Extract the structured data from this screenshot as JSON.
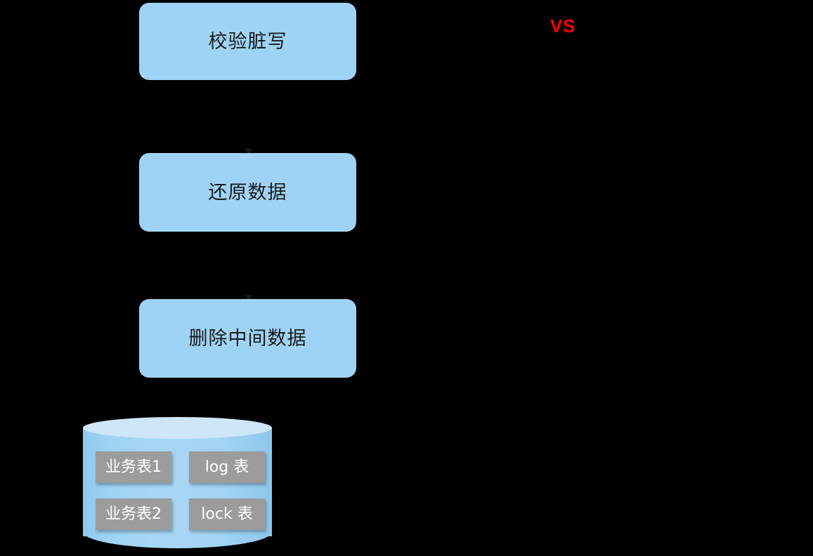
{
  "diagram": {
    "background_color": "#000000",
    "comparison_label": "VS",
    "comparison_label_color": "#fe0000",
    "process_box_color": "#9fd3f6",
    "table_chip_color": "#9c9c9c",
    "cylinder_top_color": "#cfe6f8",
    "steps": [
      {
        "label": "校验脏写"
      },
      {
        "label": "还原数据"
      },
      {
        "label": "删除中间数据"
      }
    ],
    "connectors": [
      {
        "name": "arrow-step-1-to-step-2"
      },
      {
        "name": "arrow-step-2-to-step-3"
      }
    ],
    "database": {
      "tables": [
        {
          "label": "业务表1"
        },
        {
          "label": "log 表"
        },
        {
          "label": "业务表2"
        },
        {
          "label": "lock 表"
        }
      ]
    }
  }
}
